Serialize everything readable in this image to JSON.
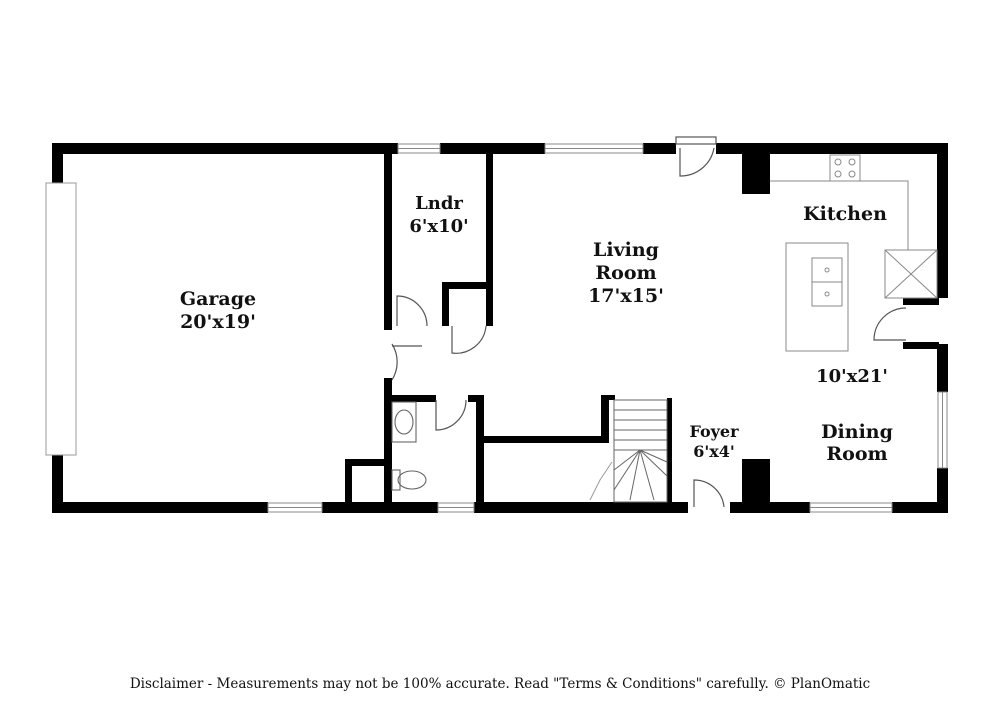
{
  "rooms": {
    "garage": {
      "name": "Garage",
      "size": "20'x19'"
    },
    "laundry": {
      "name": "Lndr",
      "size": "6'x10'"
    },
    "living": {
      "name_line1": "Living",
      "name_line2": "Room",
      "size": "17'x15'"
    },
    "kitchen": {
      "name": "Kitchen"
    },
    "kitchen_dining_size": "10'x21'",
    "dining": {
      "name_line1": "Dining",
      "name_line2": "Room"
    },
    "foyer": {
      "name": "Foyer",
      "size": "6'x4'"
    }
  },
  "disclaimer": "Disclaimer - Measurements may not be 100% accurate. Read \"Terms & Conditions\" carefully. © PlanOmatic"
}
